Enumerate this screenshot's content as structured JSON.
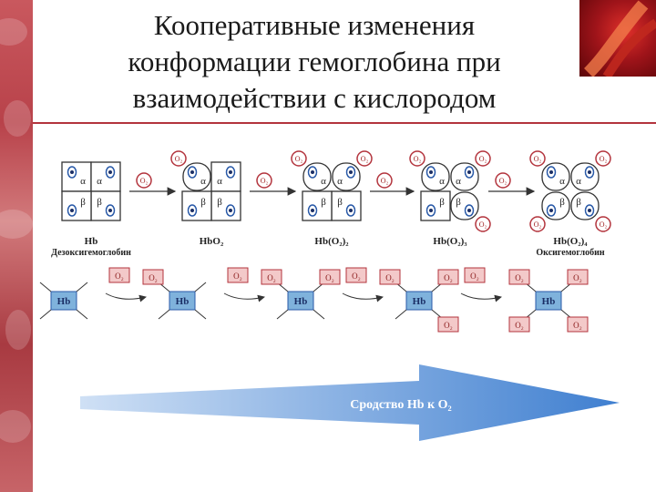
{
  "title_lines": [
    "Кооперативные изменения",
    "конформации гемоглобина при",
    "взаимодействии с кислородом"
  ],
  "stages": [
    {
      "label": "Hb",
      "sublabel": "Дезоксигемоглобин",
      "o2_bound": 0
    },
    {
      "label": "HbO₂",
      "sublabel": "",
      "o2_bound": 1
    },
    {
      "label": "Hb(O₂)₂",
      "sublabel": "",
      "o2_bound": 2
    },
    {
      "label": "Hb(O₂)₃",
      "sublabel": "",
      "o2_bound": 3
    },
    {
      "label": "Hb(O₂)₄",
      "sublabel": "Оксигемоглобин",
      "o2_bound": 4
    }
  ],
  "subunits": {
    "alpha": "α",
    "beta": "β"
  },
  "o2_label": "O₂",
  "hb_label": "Hb",
  "arrow_text": "Сродство Hb к O₂",
  "colors": {
    "accent_red": "#b3343d",
    "hb_box": "#7fb2dc",
    "o2_box": "#f3c9c9",
    "arrow": "#3f7fd0"
  }
}
